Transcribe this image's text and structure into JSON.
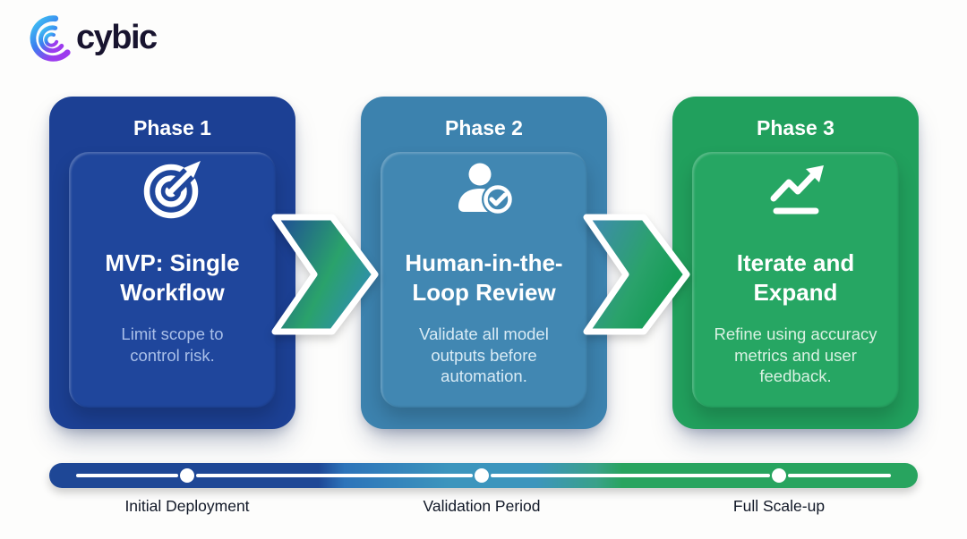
{
  "brand": {
    "name": "cybic"
  },
  "phases": [
    {
      "label": "Phase 1",
      "title": "MVP: Single Workflow",
      "description": "Limit scope to control risk.",
      "icon": "target-icon",
      "card_color": "#1c4094",
      "panel_color": "#1f469c",
      "desc_color": "#a9bfe8"
    },
    {
      "label": "Phase 2",
      "title": "Human-in-the-Loop Review",
      "description": "Validate all model outputs before automation.",
      "icon": "user-check-icon",
      "card_color": "#3c82ae",
      "panel_color": "#4187b2",
      "desc_color": "#d9ebf5"
    },
    {
      "label": "Phase 3",
      "title": "Iterate and Expand",
      "description": "Refine using accuracy metrics and user feedback.",
      "icon": "trend-up-icon",
      "card_color": "#21a05d",
      "panel_color": "#26a663",
      "desc_color": "#d9f1e2"
    }
  ],
  "chevrons": [
    {
      "from": "#1e4899",
      "mid": "#2aa26b",
      "to": "#2f8fae"
    },
    {
      "from": "#4189b6",
      "mid": "#2aa26b",
      "to": "#119a50"
    }
  ],
  "timeline": {
    "colors": {
      "blue": "#1e4796",
      "mid_blue": "#2d74ba",
      "teal": "#3c95bd",
      "teal_green": "#3aa189",
      "green": "#28a45f"
    },
    "milestones": [
      {
        "label": "Initial Deployment"
      },
      {
        "label": "Validation Period"
      },
      {
        "label": "Full Scale-up"
      }
    ]
  }
}
